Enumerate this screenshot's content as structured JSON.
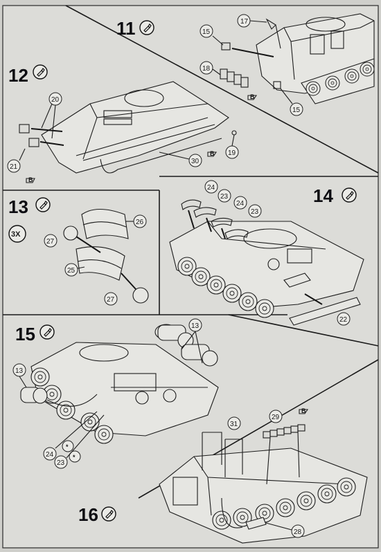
{
  "steps": [
    {
      "number": "11"
    },
    {
      "number": "12"
    },
    {
      "number": "13",
      "quantity": "3X"
    },
    {
      "number": "14"
    },
    {
      "number": "15"
    },
    {
      "number": "16"
    }
  ],
  "parts": {
    "p15a": "15",
    "p15b": "15",
    "p17": "17",
    "p18": "18",
    "p19": "19",
    "p20": "20",
    "p21": "21",
    "p22": "22",
    "p23a": "23",
    "p23b": "23",
    "p23c": "23",
    "p24a": "24",
    "p24b": "24",
    "p24c": "24",
    "p25": "25",
    "p26": "26",
    "p27a": "27",
    "p27b": "27",
    "p28": "28",
    "p29": "29",
    "p30": "30",
    "p31": "31",
    "p13a": "13",
    "p13b": "13"
  },
  "markers": {
    "glue_mark": "B",
    "paint_icon": "paint-bottle-icon",
    "optional_mark": "*"
  }
}
